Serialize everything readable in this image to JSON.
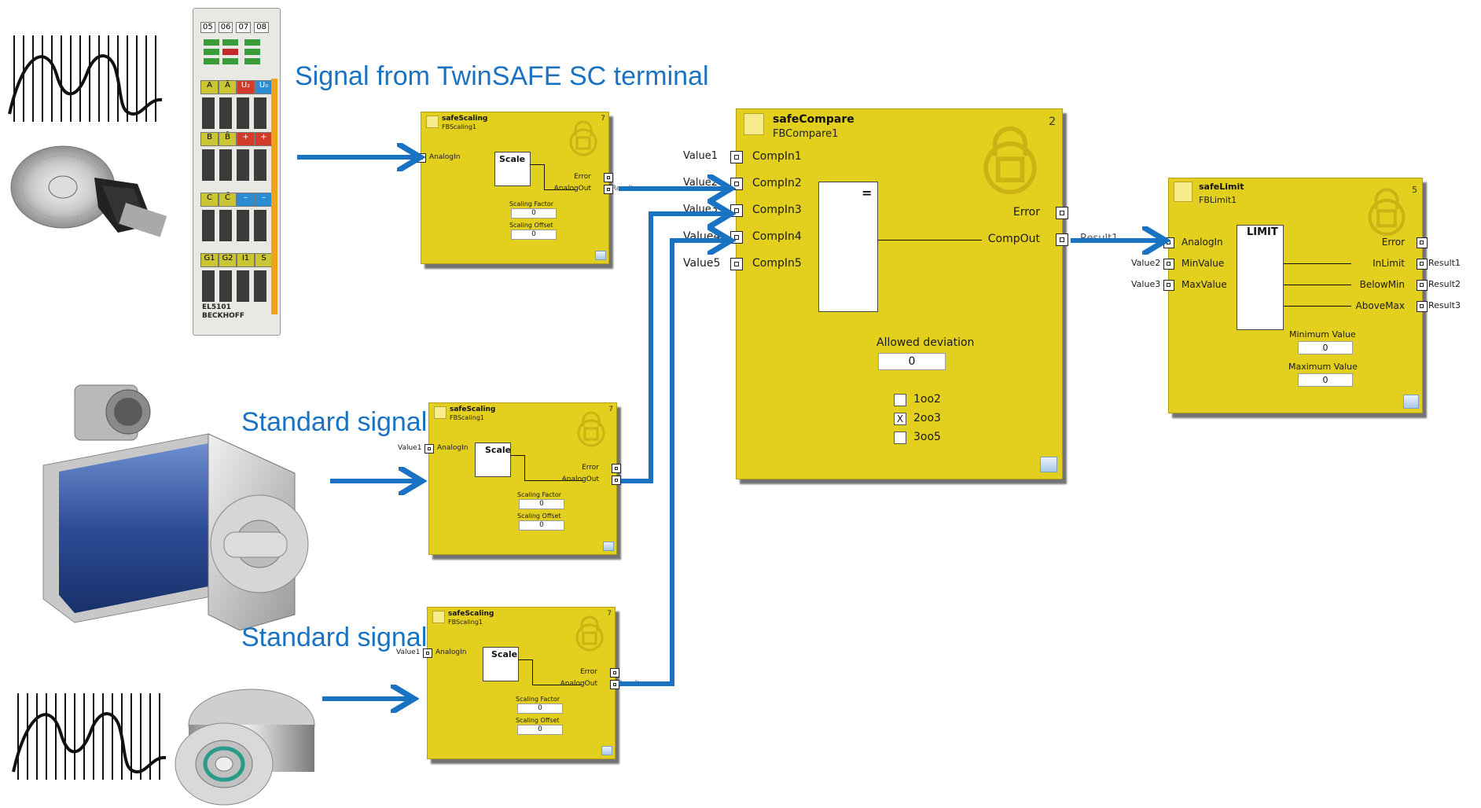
{
  "callouts": {
    "signal_from_terminal": "Signal from TwinSAFE SC terminal",
    "standard_signal_1": "Standard signal",
    "standard_signal_2": "Standard signal"
  },
  "terminal": {
    "top_labels": [
      "05",
      "06",
      "07",
      "08"
    ],
    "row_a": [
      "A",
      "Ā",
      "U₂",
      "U₀"
    ],
    "row_b": [
      "B",
      "B̄",
      "+",
      "+"
    ],
    "row_c": [
      "C",
      "C̄",
      "–",
      "–"
    ],
    "row_g": [
      "G1",
      "G2",
      "I1",
      "S"
    ],
    "model": "EL5101",
    "brand": "BECKHOFF"
  },
  "scaling_blocks": [
    {
      "type": "safeScaling",
      "name": "FBScaling1",
      "number": "7",
      "input_label": "AnalogIn",
      "input_var": "",
      "op": "Scale",
      "error": "Error",
      "output": "AnalogOut",
      "output_var": "Result",
      "factor_label": "Scaling Factor",
      "factor_value": "0",
      "offset_label": "Scaling Offset",
      "offset_value": "0"
    },
    {
      "type": "safeScaling",
      "name": "FBScaling1",
      "number": "7",
      "input_label": "AnalogIn",
      "input_var": "Value1",
      "op": "Scale",
      "error": "Error",
      "output": "AnalogOut",
      "output_var": "",
      "factor_label": "Scaling Factor",
      "factor_value": "0",
      "offset_label": "Scaling Offset",
      "offset_value": "0"
    },
    {
      "type": "safeScaling",
      "name": "FBScaling1",
      "number": "7",
      "input_label": "AnalogIn",
      "input_var": "Value1",
      "op": "Scale",
      "error": "Error",
      "output": "AnalogOut",
      "output_var": "Result",
      "factor_label": "Scaling Factor",
      "factor_value": "0",
      "offset_label": "Scaling Offset",
      "offset_value": "0"
    }
  ],
  "compare": {
    "type": "safeCompare",
    "name": "FBCompare1",
    "number": "2",
    "inputs": [
      "CompIn1",
      "CompIn2",
      "CompIn3",
      "CompIn4",
      "CompIn5"
    ],
    "input_vars": [
      "Value1",
      "Value2",
      "Value3",
      "Value4",
      "Value5"
    ],
    "op": "=",
    "error": "Error",
    "output": "CompOut",
    "output_var": "Result1",
    "deviation_label": "Allowed deviation",
    "deviation_value": "0",
    "options": [
      {
        "label": "1oo2",
        "mark": ""
      },
      {
        "label": "2oo3",
        "mark": "X"
      },
      {
        "label": "3oo5",
        "mark": ""
      }
    ]
  },
  "limit": {
    "type": "safeLimit",
    "name": "FBLimit1",
    "number": "5",
    "inputs": [
      "AnalogIn",
      "MinValue",
      "MaxValue"
    ],
    "input_vars": [
      "",
      "Value2",
      "Value3"
    ],
    "op": "LIMIT",
    "outputs": [
      "Error",
      "InLimit",
      "BelowMin",
      "AboveMax"
    ],
    "output_vars": [
      "",
      "Result1",
      "Result2",
      "Result3"
    ],
    "min_label": "Minimum Value",
    "min_value": "0",
    "max_label": "Maximum Value",
    "max_value": "0"
  },
  "colors": {
    "block_fill": "#e3cf1e",
    "arrow_blue": "#1a72c2",
    "callout_blue": "#1a72c2"
  }
}
